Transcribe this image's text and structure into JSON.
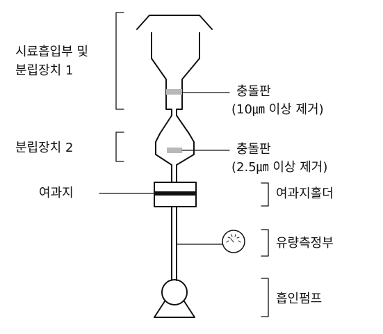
{
  "labels": {
    "inlet_line1": "시료흡입부 및",
    "inlet_line2": "분립장치 1",
    "separator2": "분립장치 2",
    "filter_paper": "여과지",
    "impactor1_name": "충돌판",
    "impactor1_note": "(10㎛ 이상 제거)",
    "impactor2_name": "충돌판",
    "impactor2_note": "(2.5㎛ 이상 제거)",
    "filter_holder": "여과지홀더",
    "flow_meter": "유량측정부",
    "suction_pump": "흡인펌프"
  },
  "colors": {
    "line": "#111111",
    "impactor_plate": "#b8b8b8"
  }
}
